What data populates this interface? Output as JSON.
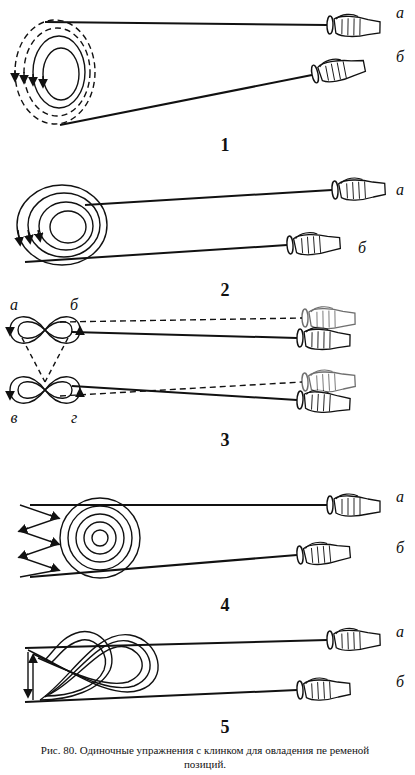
{
  "diagram": {
    "caption": "Рис. 80. Одиночные упражнения с клинком для овладения пе ременой позиций.",
    "labels": [
      "а",
      "б",
      "1",
      "а",
      "б",
      "2",
      "а",
      "б",
      "в",
      "г",
      "3",
      "а",
      "б",
      "4",
      "а",
      "б",
      "5"
    ]
  }
}
